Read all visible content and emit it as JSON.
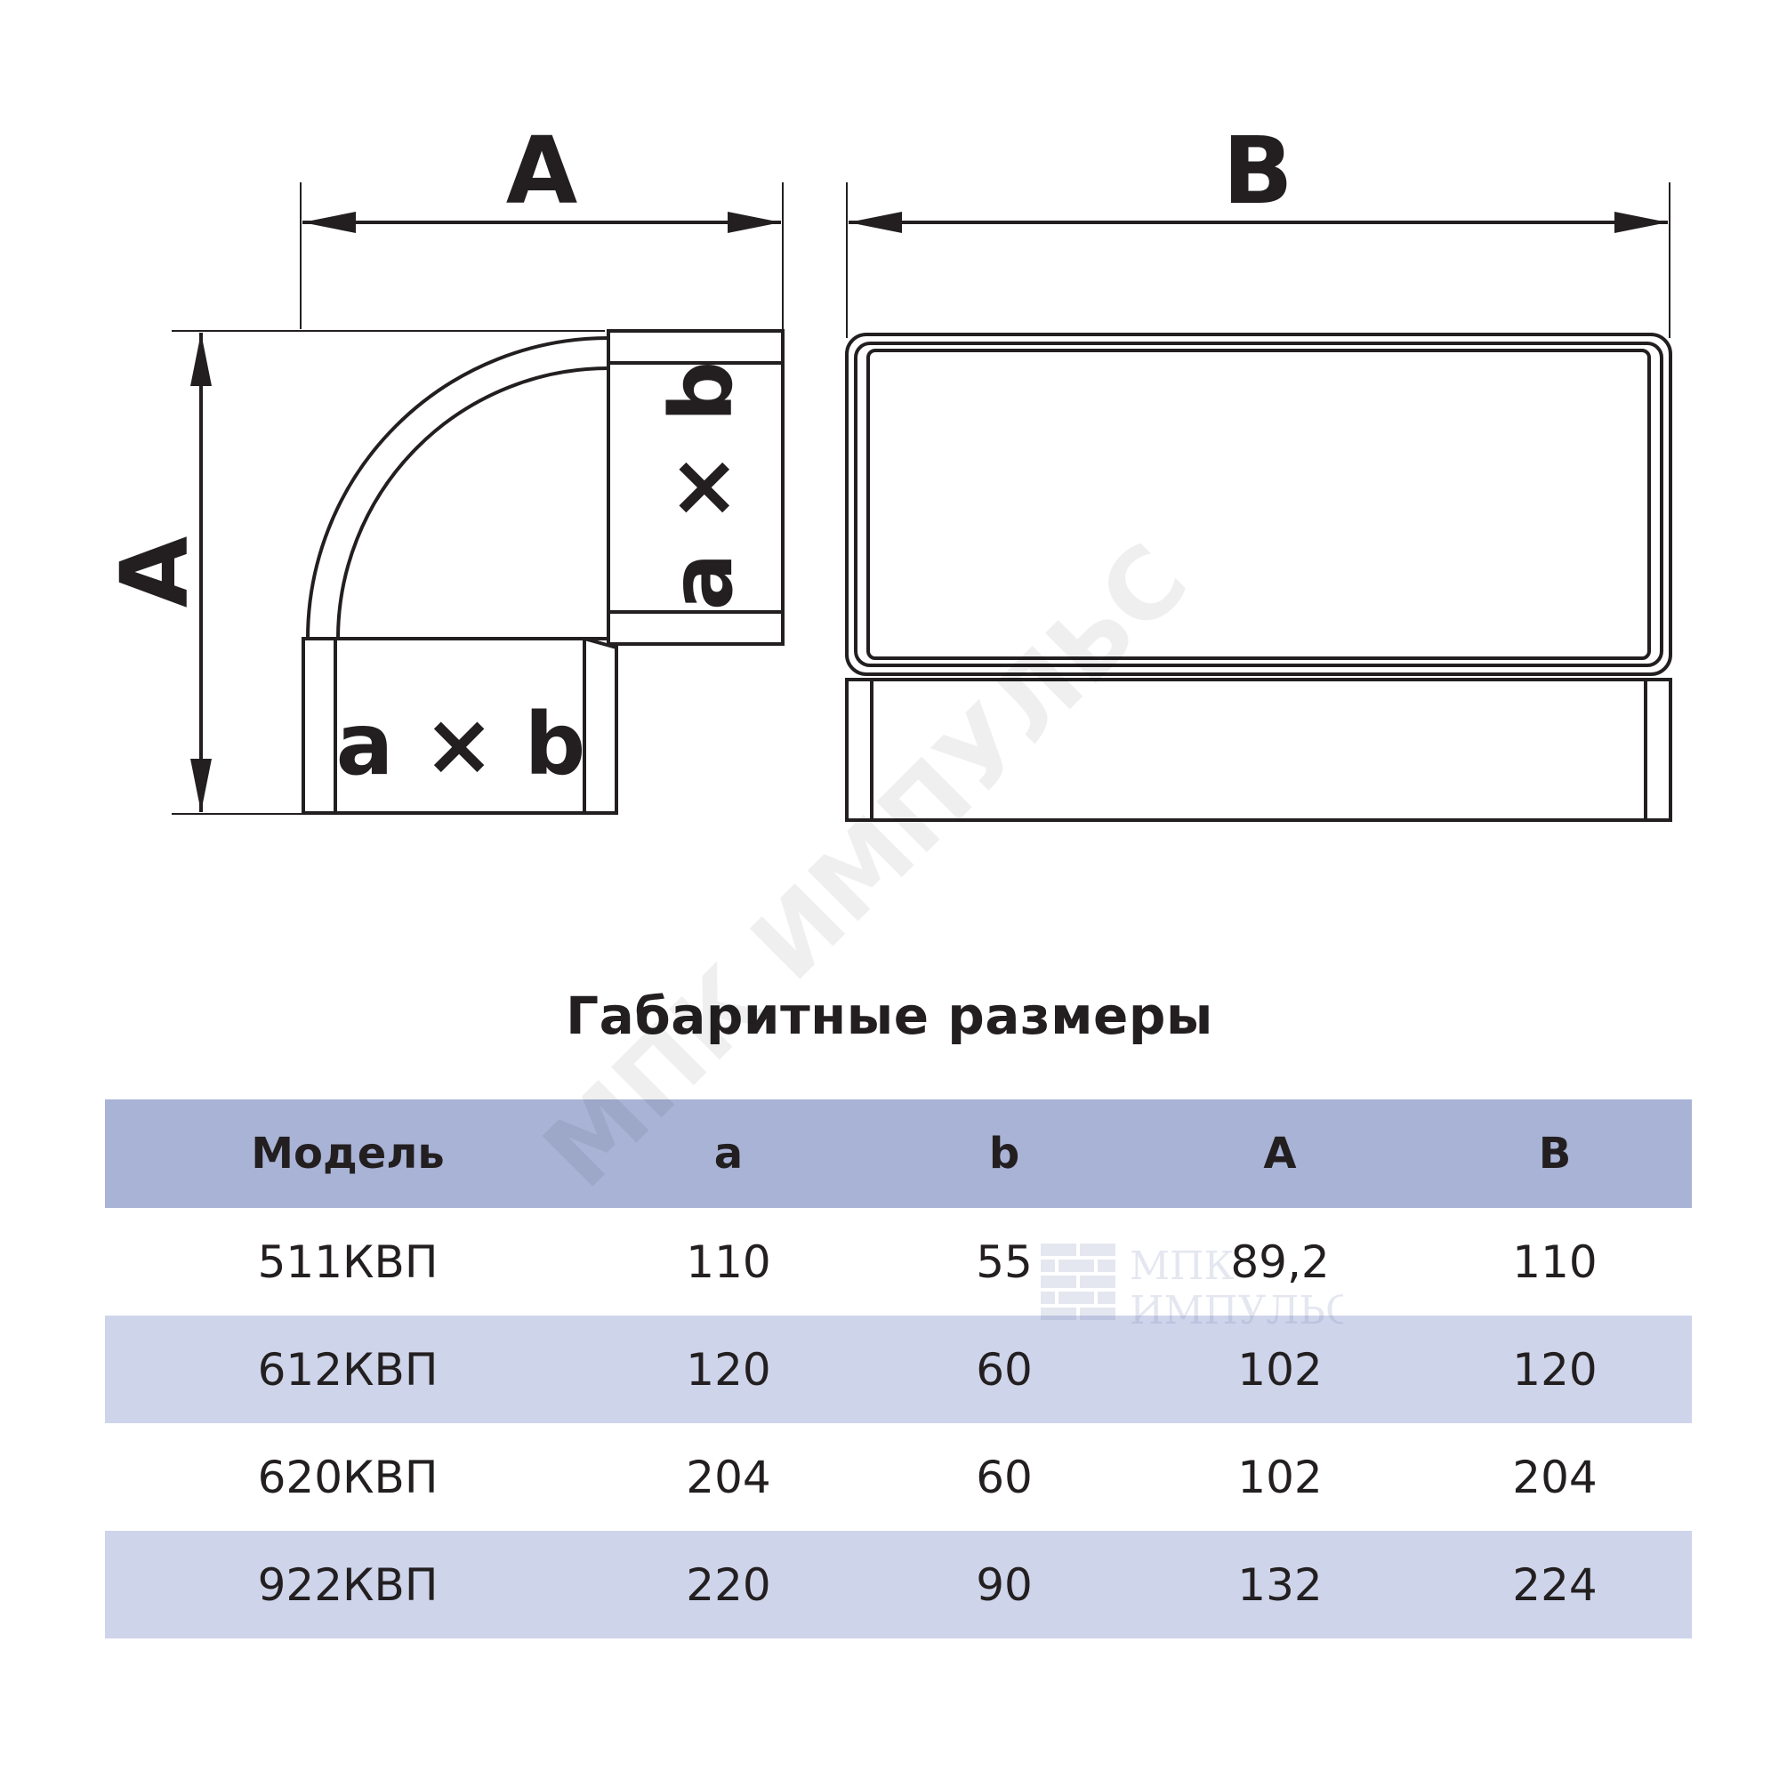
{
  "drawing": {
    "elbow_width_label": "A",
    "elbow_height_label": "A",
    "straight_length_label": "B",
    "section_label_bottom": "a × b",
    "section_label_side": "a × b"
  },
  "table": {
    "title": "Габаритные размеры",
    "headers": [
      "Модель",
      "a",
      "b",
      "A",
      "B"
    ],
    "rows": [
      [
        "511КВП",
        "110",
        "55",
        "89,2",
        "110"
      ],
      [
        "612КВП",
        "120",
        "60",
        "102",
        "120"
      ],
      [
        "620КВП",
        "204",
        "60",
        "102",
        "204"
      ],
      [
        "922КВП",
        "220",
        "90",
        "132",
        "224"
      ]
    ]
  },
  "watermark": {
    "diagonal_text": "МПК ИМПУЛЬС",
    "logo_line1": "МПК",
    "logo_line2": "ИМПУЛЬС"
  }
}
